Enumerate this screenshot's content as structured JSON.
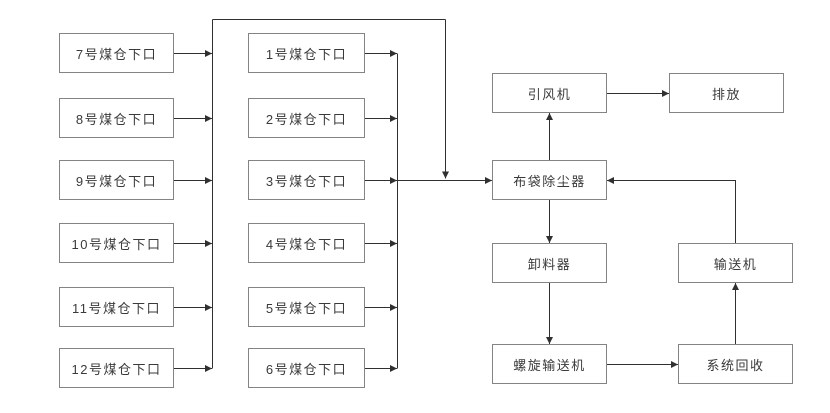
{
  "diagram": {
    "type": "process-flowchart",
    "colors": {
      "background": "#ffffff",
      "connector_line": "#303030",
      "box_border": "#848484",
      "box_fill": "#ffffff",
      "text": "#3a3a3a"
    },
    "left_column": [
      "7号煤仓下口",
      "8号煤仓下口",
      "9号煤仓下口",
      "10号煤仓下口",
      "11号煤仓下口",
      "12号煤仓下口"
    ],
    "middle_column": [
      "1号煤仓下口",
      "2号煤仓下口",
      "3号煤仓下口",
      "4号煤仓下口",
      "5号煤仓下口",
      "6号煤仓下口"
    ],
    "right_nodes": {
      "induced_draft_fan": "引风机",
      "exhaust": "排放",
      "bag_dust_collector": "布袋除尘器",
      "unloader": "卸料器",
      "conveyor": "输送机",
      "screw_conveyor": "螺旋输送机",
      "system_recovery": "系统回收"
    },
    "flow_summary": "煤仓下口(1-12号) → 布袋除尘器 → 引风机 → 排放; 布袋除尘器 → 卸料器 → 螺旋输送机 → 系统回收 → 输送机 → 布袋除尘器"
  }
}
